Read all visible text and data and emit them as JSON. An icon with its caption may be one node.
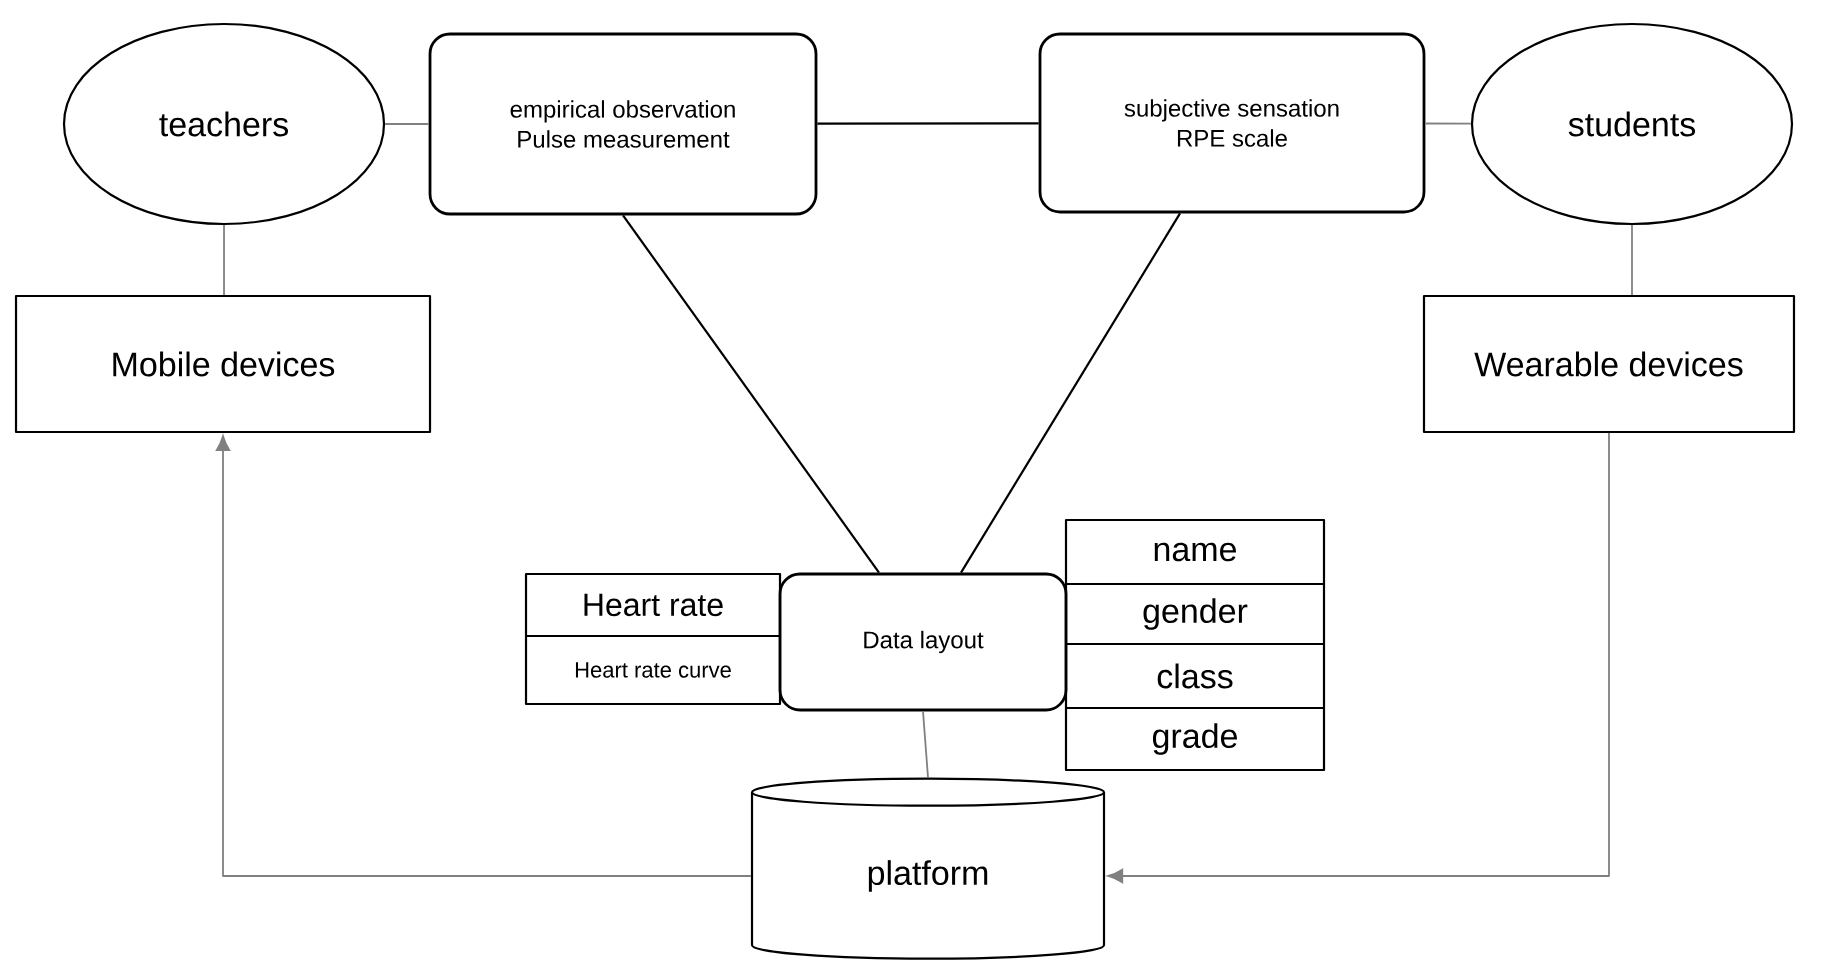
{
  "diagram": {
    "nodes": [
      {
        "text": [
          "teachers"
        ]
      },
      {
        "text": [
          "empirical observation",
          "Pulse measurement"
        ]
      },
      {
        "text": [
          "subjective sensation",
          "RPE scale"
        ]
      },
      {
        "text": [
          "students"
        ]
      },
      {
        "text": [
          "Mobile devices"
        ]
      },
      {
        "text": [
          "Wearable devices"
        ]
      },
      {
        "text": [
          "Data layout"
        ]
      },
      {
        "text": [
          "Heart rate"
        ]
      },
      {
        "text": [
          "Heart rate curve"
        ]
      },
      {
        "text": [
          "name"
        ]
      },
      {
        "text": [
          "gender"
        ]
      },
      {
        "text": [
          "class"
        ]
      },
      {
        "text": [
          "grade"
        ]
      },
      {
        "text": [
          "platform"
        ]
      }
    ],
    "edges": [
      {
        "from": 0,
        "to": 1,
        "arrow": "none"
      },
      {
        "from": 1,
        "to": 2,
        "arrow": "none",
        "color": "#000000"
      },
      {
        "from": 2,
        "to": 3,
        "arrow": "none"
      },
      {
        "from": 0,
        "to": 4,
        "arrow": "none"
      },
      {
        "from": 3,
        "to": 5,
        "arrow": "none"
      },
      {
        "from": 1,
        "to": 6,
        "arrow": "none",
        "color": "#000000"
      },
      {
        "from": 2,
        "to": 6,
        "arrow": "none",
        "color": "#000000"
      },
      {
        "from": 6,
        "to": 13,
        "arrow": "none"
      },
      {
        "from": 13,
        "to": 4,
        "arrow": "to"
      },
      {
        "from": 5,
        "to": 13,
        "arrow": "to"
      }
    ]
  }
}
